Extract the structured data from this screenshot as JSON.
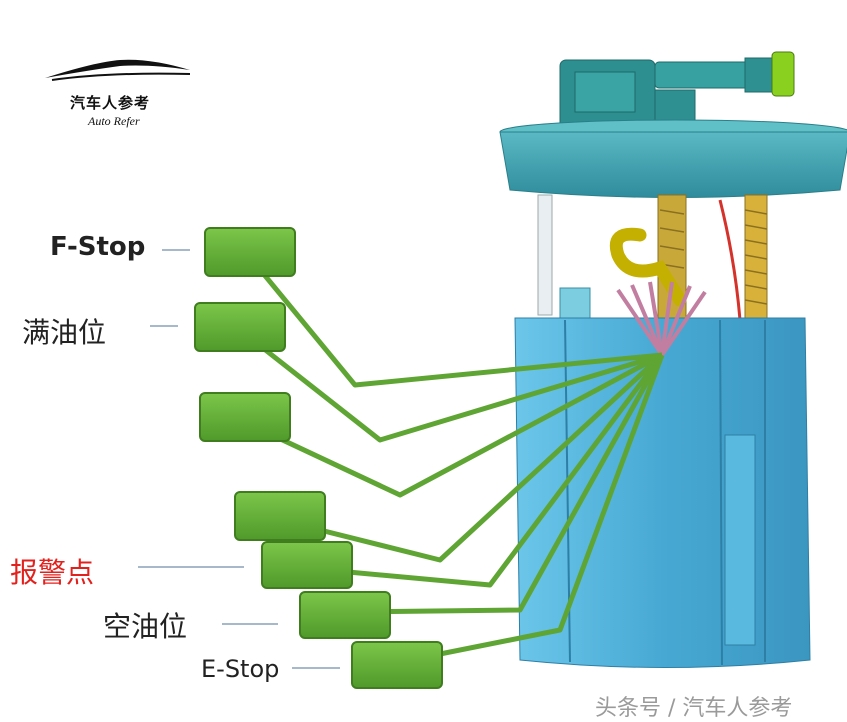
{
  "logo": {
    "name_cn": "汽车人参考",
    "name_en": "Auto Refer"
  },
  "labels": {
    "f_stop": "F-Stop",
    "full_level": "满油位",
    "warning_point": "报警点",
    "empty_level": "空油位",
    "e_stop": "E-Stop"
  },
  "watermark": "头条号 / 汽车人参考",
  "colors": {
    "contact_pad": "#6ab43c",
    "contact_pad_edge": "#3f7d1e",
    "tank_body": "#4fb0d8",
    "flange": "#3a9aaa",
    "warning_text": "#e3211c",
    "spring": "#d8b13a"
  }
}
